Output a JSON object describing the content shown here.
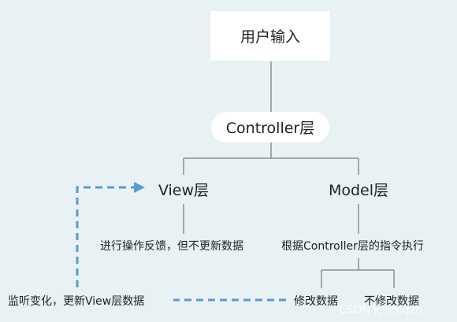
{
  "nodes": {
    "user_input": "用户输入",
    "controller": "Controller层",
    "view": "View层",
    "model": "Model层"
  },
  "labels": {
    "view_action": "进行操作反馈，但不更新数据",
    "model_action": "根据Controller层的指令执行",
    "modify": "修改数据",
    "no_modify": "不修改数据",
    "listen": "监听变化，更新View层数据"
  },
  "watermark": "CSDN @hmqzh",
  "colors": {
    "background": "#e8f1f4",
    "line": "#8a8f93",
    "dashed": "#5b9ad0"
  }
}
